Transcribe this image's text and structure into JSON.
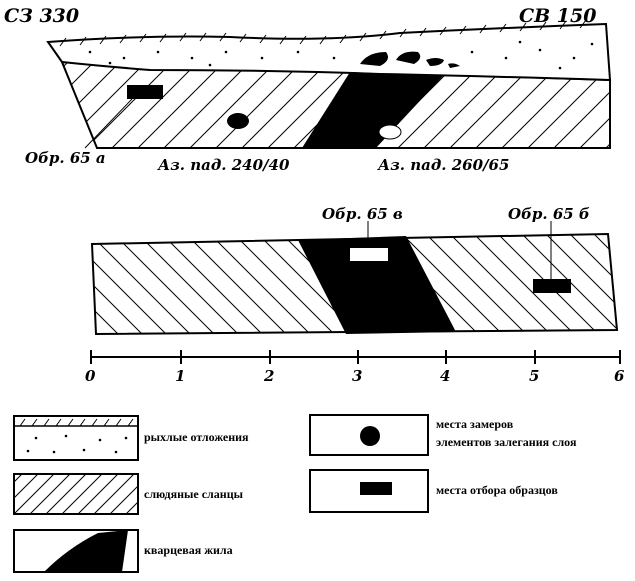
{
  "section": {
    "left_direction": "СЗ  330",
    "right_direction": "СВ  150",
    "sample_left": "Обр. 65 а",
    "dip_left": "Аз. пад. 240/40",
    "dip_right": "Аз. пад. 260/65"
  },
  "plan": {
    "sample_center": "Обр. 65 в",
    "sample_right": "Обр. 65 б"
  },
  "scale": {
    "ticks": [
      "0",
      "1",
      "2",
      "3",
      "4",
      "5",
      "6"
    ]
  },
  "legend": {
    "loose_deposits": "рыхлые отложения",
    "mica_schists": "слюдяные сланцы",
    "quartz_vein": "кварцевая жила",
    "measurement_line1": "места замеров",
    "measurement_line2": "элементов залегания слоя",
    "sampling": "места отбора образцов"
  }
}
